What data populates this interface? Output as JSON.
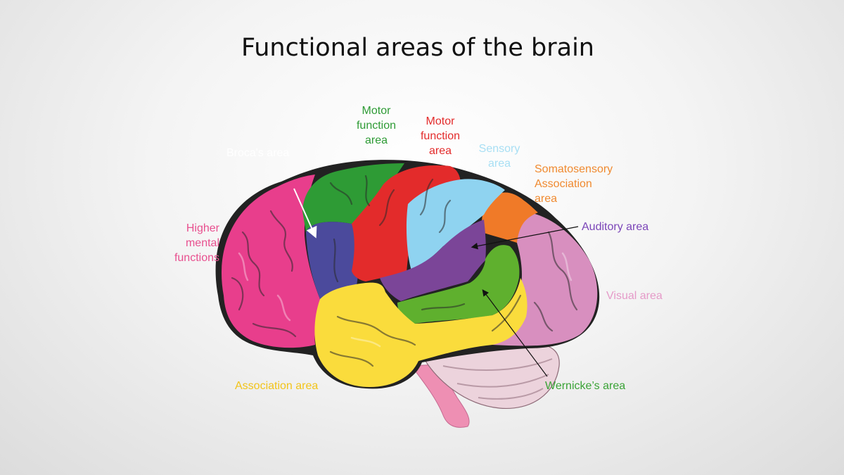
{
  "title": "Functional areas of the brain",
  "labels": {
    "brocas_area": "Broca's area",
    "motor_function_green": [
      "Motor",
      "function",
      "area"
    ],
    "motor_function_red": [
      "Motor",
      "function",
      "area"
    ],
    "sensory_area": [
      "Sensory",
      "area"
    ],
    "somatosensory": [
      "Somatosensory",
      "Association",
      "area"
    ],
    "higher_mental": [
      "Higher",
      "mental",
      "functions"
    ],
    "auditory_area": "Auditory area",
    "visual_area": "Visual area",
    "association_area": "Association area",
    "wernickes_area": "Wernicke’s area"
  },
  "colors": {
    "frontal_pink": "#e83e8c",
    "brocas_blue": "#4b4a9c",
    "motor_green": "#2e9b35",
    "motor_red": "#e32b2b",
    "sensory_lightblue": "#8fd3f0",
    "somatosensory_orange": "#f07a28",
    "auditory_purple": "#7b4598",
    "wernicke_green": "#5fb02e",
    "visual_lilac": "#d88fbf",
    "association_yellow": "#fadc3c",
    "cerebellum": "#ecd3dc",
    "brainstem": "#ee8fb3"
  }
}
